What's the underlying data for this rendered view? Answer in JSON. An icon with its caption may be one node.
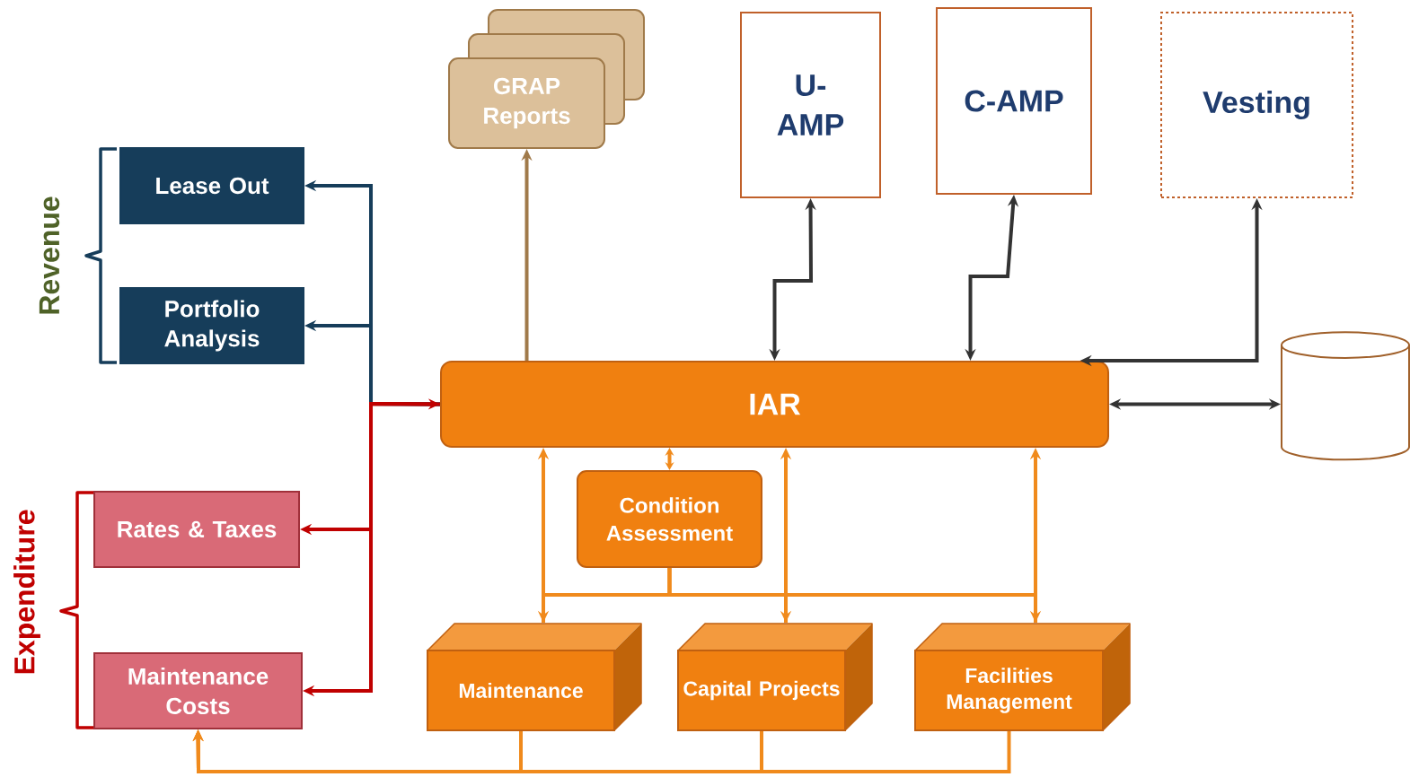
{
  "diagram": {
    "nodes": [
      {
        "text": [
          "GRAP Reports"
        ]
      },
      {
        "text": [
          "U-AMP"
        ]
      },
      {
        "text": [
          "C-AMP"
        ]
      },
      {
        "text": [
          "Vesting"
        ]
      },
      {
        "text": [
          "Lease Out"
        ]
      },
      {
        "text": [
          "Portfolio Analysis"
        ]
      },
      {
        "text": [
          "IAR"
        ]
      },
      {
        "text": [],
        "shape": "cylinder"
      },
      {
        "text": [
          "Rates & Taxes"
        ]
      },
      {
        "text": [
          "Condition Assessment"
        ]
      },
      {
        "text": [
          "Maintenance Costs"
        ]
      },
      {
        "text": [
          "Maintenance"
        ]
      },
      {
        "text": [
          "Capital Projects"
        ]
      },
      {
        "text": [
          "Facilities Management"
        ]
      }
    ],
    "edges": [
      {
        "from": 6,
        "to": 0,
        "arrow": "to",
        "color": "#a07a4a"
      },
      {
        "from": 6,
        "to": 1,
        "arrow": "both",
        "color": "#333333"
      },
      {
        "from": 6,
        "to": 2,
        "arrow": "both",
        "color": "#333333"
      },
      {
        "from": 6,
        "to": 3,
        "arrow": "both",
        "color": "#333333"
      },
      {
        "from": 6,
        "to": 7,
        "arrow": "both",
        "color": "#333333"
      },
      {
        "from": 6,
        "to": 4,
        "arrow": "to",
        "color": "#163d5a"
      },
      {
        "from": 6,
        "to": 5,
        "arrow": "to",
        "color": "#163d5a"
      },
      {
        "from": 6,
        "to": 8,
        "arrow": "both",
        "color": "#c00000"
      },
      {
        "from": 6,
        "to": 10,
        "arrow": "to",
        "color": "#c00000"
      },
      {
        "from": 9,
        "to": 6,
        "arrow": "both"
      },
      {
        "from": 6,
        "to": 11,
        "arrow": "both"
      },
      {
        "from": 6,
        "to": 12,
        "arrow": "both"
      },
      {
        "from": 6,
        "to": 13,
        "arrow": "both"
      },
      {
        "from": 9,
        "to": 11,
        "arrow": "none"
      },
      {
        "from": 9,
        "to": 12,
        "arrow": "none"
      },
      {
        "from": 9,
        "to": 13,
        "arrow": "none"
      },
      {
        "from": 11,
        "to": 10,
        "arrow": "to"
      },
      {
        "from": 12,
        "to": 10,
        "arrow": "to"
      },
      {
        "from": 13,
        "to": 10,
        "arrow": "to"
      }
    ],
    "labels": [
      "Revenue",
      "Expenditure"
    ]
  }
}
